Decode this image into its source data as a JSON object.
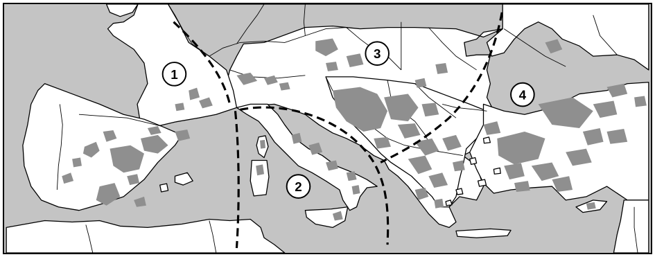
{
  "colors": {
    "sea": "#c4c4c4",
    "land": "#ffffff",
    "patch": "#8f8f8f",
    "line": "#000000"
  },
  "zones": [
    {
      "id": "zone-1",
      "label": "1"
    },
    {
      "id": "zone-2",
      "label": "2"
    },
    {
      "id": "zone-3",
      "label": "3"
    },
    {
      "id": "zone-4",
      "label": "4"
    }
  ]
}
